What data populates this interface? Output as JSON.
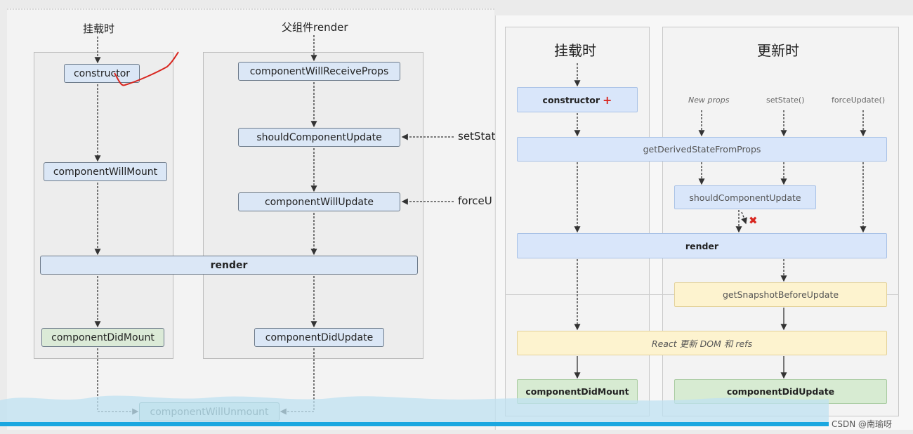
{
  "left": {
    "header_mount": "挂载时",
    "header_parent": "父组件render",
    "nodes": {
      "constructor": "constructor",
      "willReceiveProps": "componentWillReceiveProps",
      "shouldUpdate": "shouldComponentUpdate",
      "willMount": "componentWillMount",
      "willUpdate": "componentWillUpdate",
      "render": "render",
      "didMount": "componentDidMount",
      "didUpdate": "componentDidUpdate",
      "willUnmount": "componentWillUnmount"
    },
    "side_labels": {
      "setState": "setStat",
      "forceUpdate": "forceU"
    }
  },
  "right": {
    "header_mount": "挂载时",
    "header_update": "更新时",
    "triggers": [
      "New props",
      "setState()",
      "forceUpdate()"
    ],
    "nodes": {
      "constructor": "constructor",
      "constructor_mark": "+",
      "getDerived": "getDerivedStateFromProps",
      "shouldUpdate": "shouldComponentUpdate",
      "render": "render",
      "snapshot": "getSnapshotBeforeUpdate",
      "reactUpdate": "React 更新 DOM 和 refs",
      "didMount": "componentDidMount",
      "didUpdate": "componentDidUpdate"
    },
    "cancel_mark": "✖"
  },
  "watermark": "CSDN @南瑜呀",
  "colors": {
    "annotation_red": "#d8261f",
    "progress_bar": "#1aa7e0",
    "water": "#bfe2f1"
  }
}
